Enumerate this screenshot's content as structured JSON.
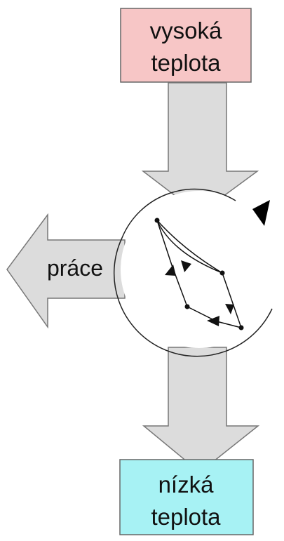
{
  "hot_reservoir": {
    "line1": "vysoká",
    "line2": "teplota",
    "fill": "#F7C6C6"
  },
  "cold_reservoir": {
    "line1": "nízká",
    "line2": "teplota",
    "fill": "#A7F2F4"
  },
  "work": {
    "label": "práce"
  },
  "colors": {
    "arrow_fill": "#DCDCDC",
    "outline": "#555555"
  }
}
